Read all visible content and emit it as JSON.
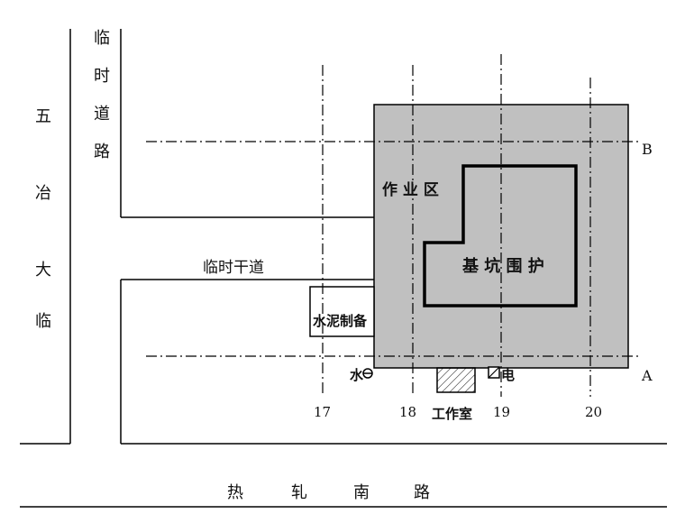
{
  "labels": {
    "wuye_road": [
      "五",
      "冶",
      "大",
      "临"
    ],
    "temp_road": [
      "临",
      "时",
      "道",
      "路"
    ],
    "temp_trunk": "临时干道",
    "work_zone": "作 业 区",
    "pit_support": "基 坑 围 护",
    "cement_prep": "水泥制备",
    "water": "水",
    "electricity": "电",
    "office": "工作室",
    "axis_b": "B",
    "axis_a": "A",
    "grid_17": "17",
    "grid_18": "18",
    "grid_19": "19",
    "grid_20": "20",
    "south_road": [
      "热",
      "轧",
      "南",
      "路"
    ]
  },
  "colors": {
    "work_zone_fill": "#c0c0c0",
    "line": "#000000"
  }
}
